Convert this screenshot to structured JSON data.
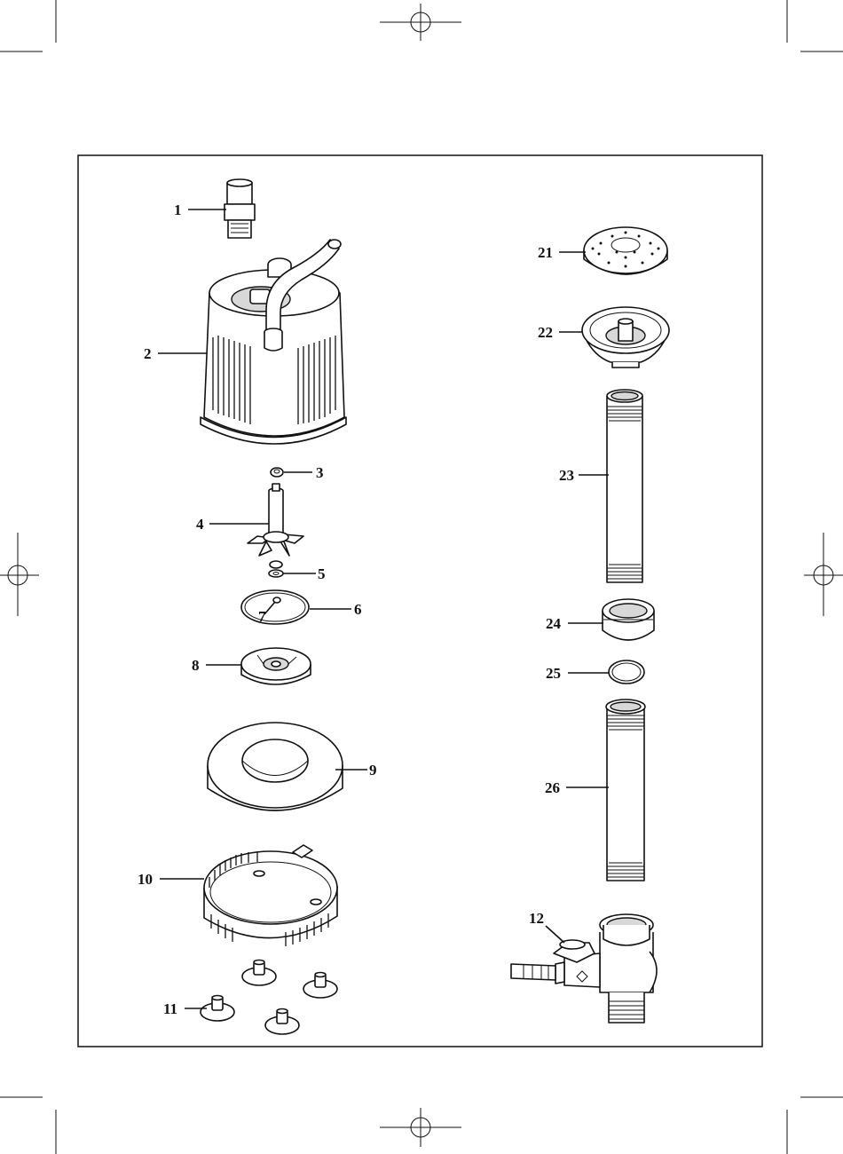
{
  "diagram": {
    "labels": {
      "p1": "1",
      "p2": "2",
      "p3": "3",
      "p4": "4",
      "p5": "5",
      "p6": "6",
      "p7": "7",
      "p8": "8",
      "p9": "9",
      "p10": "10",
      "p11": "11",
      "p12": "12",
      "p21": "21",
      "p22": "22",
      "p23": "23",
      "p24": "24",
      "p25": "25",
      "p26": "26"
    }
  }
}
